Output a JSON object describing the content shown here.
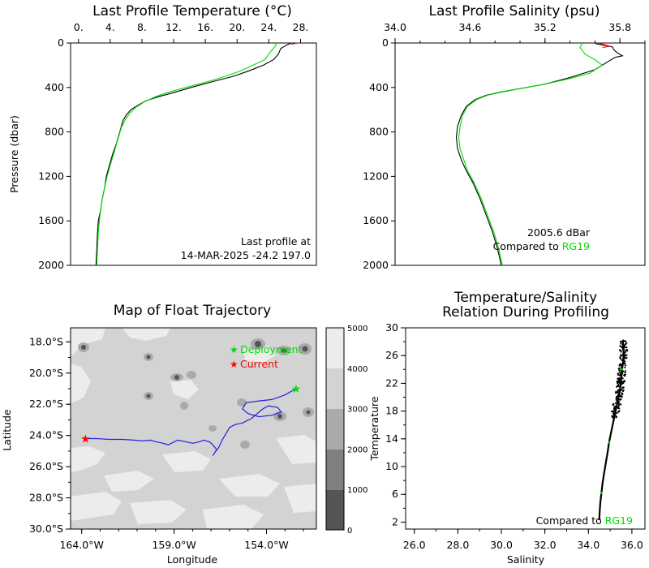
{
  "chart_data": [
    {
      "type": "line",
      "title": "Last Profile Temperature (°C)",
      "ylabel": "Pressure (dbar)",
      "x_ticks": [
        "0.",
        "4.",
        "8.",
        "12.",
        "16.",
        "20.",
        "24.",
        "28."
      ],
      "y_ticks": [
        "0",
        "400",
        "800",
        "1200",
        "1600",
        "2000"
      ],
      "xlim": [
        -1,
        30
      ],
      "ylim": [
        2000,
        0
      ],
      "note_line1": "Last profile at",
      "note_line2": "14-MAR-2025   -24.2 197.0",
      "series": [
        {
          "color": "#000000",
          "x": [
            26.8,
            26.2,
            25.5,
            25.2,
            24.6,
            23.3,
            21.5,
            19.5,
            16.8,
            14.2,
            11.8,
            10.2,
            8.5,
            7.5,
            6.6,
            6.0,
            5.6,
            5.2,
            4.8,
            4.3,
            3.9,
            3.5,
            3.3,
            3.0,
            2.8,
            2.5,
            2.4,
            2.3,
            2.2
          ],
          "y": [
            0,
            20,
            50,
            100,
            150,
            200,
            250,
            300,
            350,
            400,
            450,
            480,
            520,
            560,
            600,
            650,
            700,
            800,
            900,
            1000,
            1100,
            1200,
            1300,
            1400,
            1500,
            1600,
            1700,
            1850,
            2000
          ]
        },
        {
          "color": "#00dd00",
          "x": [
            25.0,
            24.8,
            24.2,
            23.5,
            22.0,
            20.5,
            18.5,
            16.2,
            13.5,
            11.0,
            9.8,
            8.3,
            7.2,
            6.5,
            5.9,
            5.4,
            5.0,
            4.5,
            4.0,
            3.6,
            3.3,
            3.0,
            2.7,
            2.5,
            2.4,
            2.3
          ],
          "y": [
            0,
            30,
            80,
            150,
            200,
            250,
            300,
            350,
            400,
            450,
            480,
            530,
            580,
            630,
            690,
            760,
            860,
            980,
            1100,
            1200,
            1300,
            1400,
            1550,
            1700,
            1850,
            2000
          ]
        },
        {
          "color": "#ff0000",
          "x": [
            27.8,
            27.2,
            26.8
          ],
          "y": [
            0,
            5,
            12
          ]
        }
      ]
    },
    {
      "type": "line",
      "title": "Last Profile Salinity (psu)",
      "x_ticks": [
        "34.0",
        "34.6",
        "35.2",
        "35.8"
      ],
      "y_ticks": [
        "0",
        "400",
        "800",
        "1200",
        "1600",
        "2000"
      ],
      "xlim": [
        34.0,
        36.0
      ],
      "ylim": [
        2000,
        0
      ],
      "note_line1": "2005.6 dBar",
      "note_prefix": "Compared to ",
      "note_ref": "RG19",
      "series": [
        {
          "color": "#000000",
          "x": [
            35.6,
            35.62,
            35.7,
            35.74,
            35.75,
            35.78,
            35.82,
            35.76,
            35.7,
            35.6,
            35.4,
            35.2,
            35.0,
            34.85,
            34.73,
            34.64,
            34.57,
            34.53,
            34.5,
            34.49,
            34.5,
            34.53,
            34.57,
            34.62,
            34.68,
            34.73,
            34.78,
            34.82,
            34.85
          ],
          "y": [
            0,
            10,
            25,
            35,
            60,
            90,
            115,
            130,
            170,
            240,
            310,
            370,
            410,
            440,
            470,
            510,
            570,
            650,
            750,
            850,
            950,
            1050,
            1150,
            1250,
            1400,
            1550,
            1700,
            1850,
            2000
          ]
        },
        {
          "color": "#00dd00",
          "x": [
            35.5,
            35.48,
            35.52,
            35.6,
            35.66,
            35.56,
            35.4,
            35.2,
            35.0,
            34.86,
            34.74,
            34.65,
            34.58,
            34.54,
            34.52,
            34.51,
            34.52,
            34.55,
            34.58,
            34.63,
            34.69,
            34.74,
            34.79,
            34.83,
            34.86
          ],
          "y": [
            0,
            40,
            100,
            150,
            200,
            270,
            320,
            370,
            410,
            440,
            470,
            510,
            570,
            650,
            750,
            850,
            950,
            1050,
            1150,
            1250,
            1400,
            1550,
            1700,
            1850,
            2000
          ]
        },
        {
          "color": "#ff0000",
          "x": [
            35.62,
            35.68,
            35.72,
            35.66
          ],
          "y": [
            0,
            15,
            30,
            40
          ]
        }
      ]
    },
    {
      "type": "map",
      "title": "Map of Float Trajectory",
      "xlabel": "Longitude",
      "ylabel": "Latitude",
      "x_ticks": [
        "164.0°W",
        "159.0°W",
        "154.0°W"
      ],
      "y_ticks": [
        "18.0°S",
        "20.0°S",
        "22.0°S",
        "24.0°S",
        "26.0°S",
        "28.0°S",
        "30.0°S"
      ],
      "colorbar_ticks": [
        "5000",
        "4000",
        "3000",
        "2000",
        "1000",
        "0"
      ],
      "legend_deployment": "Deployment",
      "legend_current": "Current",
      "colors": {
        "trajectory": "#2222dd",
        "deployment": "#00dd00",
        "current": "#ff0000"
      },
      "deployment": {
        "lon": -152.4,
        "lat": -21.0
      },
      "current": {
        "lon": -163.8,
        "lat": -24.2
      },
      "trajectory": {
        "lon": [
          -152.4,
          -153.0,
          -153.7,
          -154.5,
          -155.1,
          -155.3,
          -155.0,
          -154.4,
          -153.7,
          -153.2,
          -153.4,
          -153.9,
          -154.2,
          -154.5,
          -154.8,
          -155.3,
          -155.7,
          -156.0,
          -156.2,
          -156.4,
          -156.6,
          -156.8,
          -156.9,
          -156.7,
          -156.9,
          -157.1,
          -157.4,
          -157.6,
          -158.0,
          -158.4,
          -158.8,
          -159.3,
          -159.6,
          -160.0,
          -160.3,
          -160.7,
          -161.2,
          -161.8,
          -162.5,
          -163.2,
          -163.8
        ],
        "lat": [
          -21.0,
          -21.4,
          -21.7,
          -21.8,
          -21.9,
          -22.3,
          -22.6,
          -22.8,
          -22.7,
          -22.5,
          -22.2,
          -22.1,
          -22.3,
          -22.6,
          -22.9,
          -23.2,
          -23.3,
          -23.5,
          -23.9,
          -24.3,
          -24.8,
          -25.1,
          -25.3,
          -24.9,
          -24.6,
          -24.4,
          -24.3,
          -24.4,
          -24.5,
          -24.4,
          -24.3,
          -24.6,
          -24.5,
          -24.4,
          -24.3,
          -24.35,
          -24.3,
          -24.25,
          -24.25,
          -24.2,
          -24.2
        ]
      }
    },
    {
      "type": "scatter",
      "title_line1": "Temperature/Salinity",
      "title_line2": "Relation During Profiling",
      "xlabel": "Salinity",
      "ylabel": "Temperature",
      "x_ticks": [
        "26.0",
        "28.0",
        "30.0",
        "32.0",
        "34.0",
        "36.0"
      ],
      "y_ticks": [
        "2",
        "6",
        "10",
        "14",
        "18",
        "22",
        "26",
        "30"
      ],
      "xlim": [
        25.6,
        36.6
      ],
      "ylim": [
        1,
        30
      ],
      "note_prefix": "Compared to ",
      "note_ref": "RG19",
      "curve": {
        "salinity": [
          34.5,
          34.52,
          34.55,
          34.6,
          34.65,
          34.72,
          34.8,
          34.88,
          34.95,
          35.05,
          35.15,
          35.25,
          35.35,
          35.45,
          35.5,
          35.55,
          35.6,
          35.62,
          35.6,
          35.58
        ],
        "temperature": [
          2.3,
          3.5,
          4.8,
          6.2,
          7.6,
          9.0,
          10.5,
          12.0,
          13.5,
          15.0,
          16.5,
          18.0,
          19.5,
          21.0,
          22.5,
          24.0,
          25.2,
          26.3,
          27.3,
          28.2
        ]
      }
    }
  ]
}
